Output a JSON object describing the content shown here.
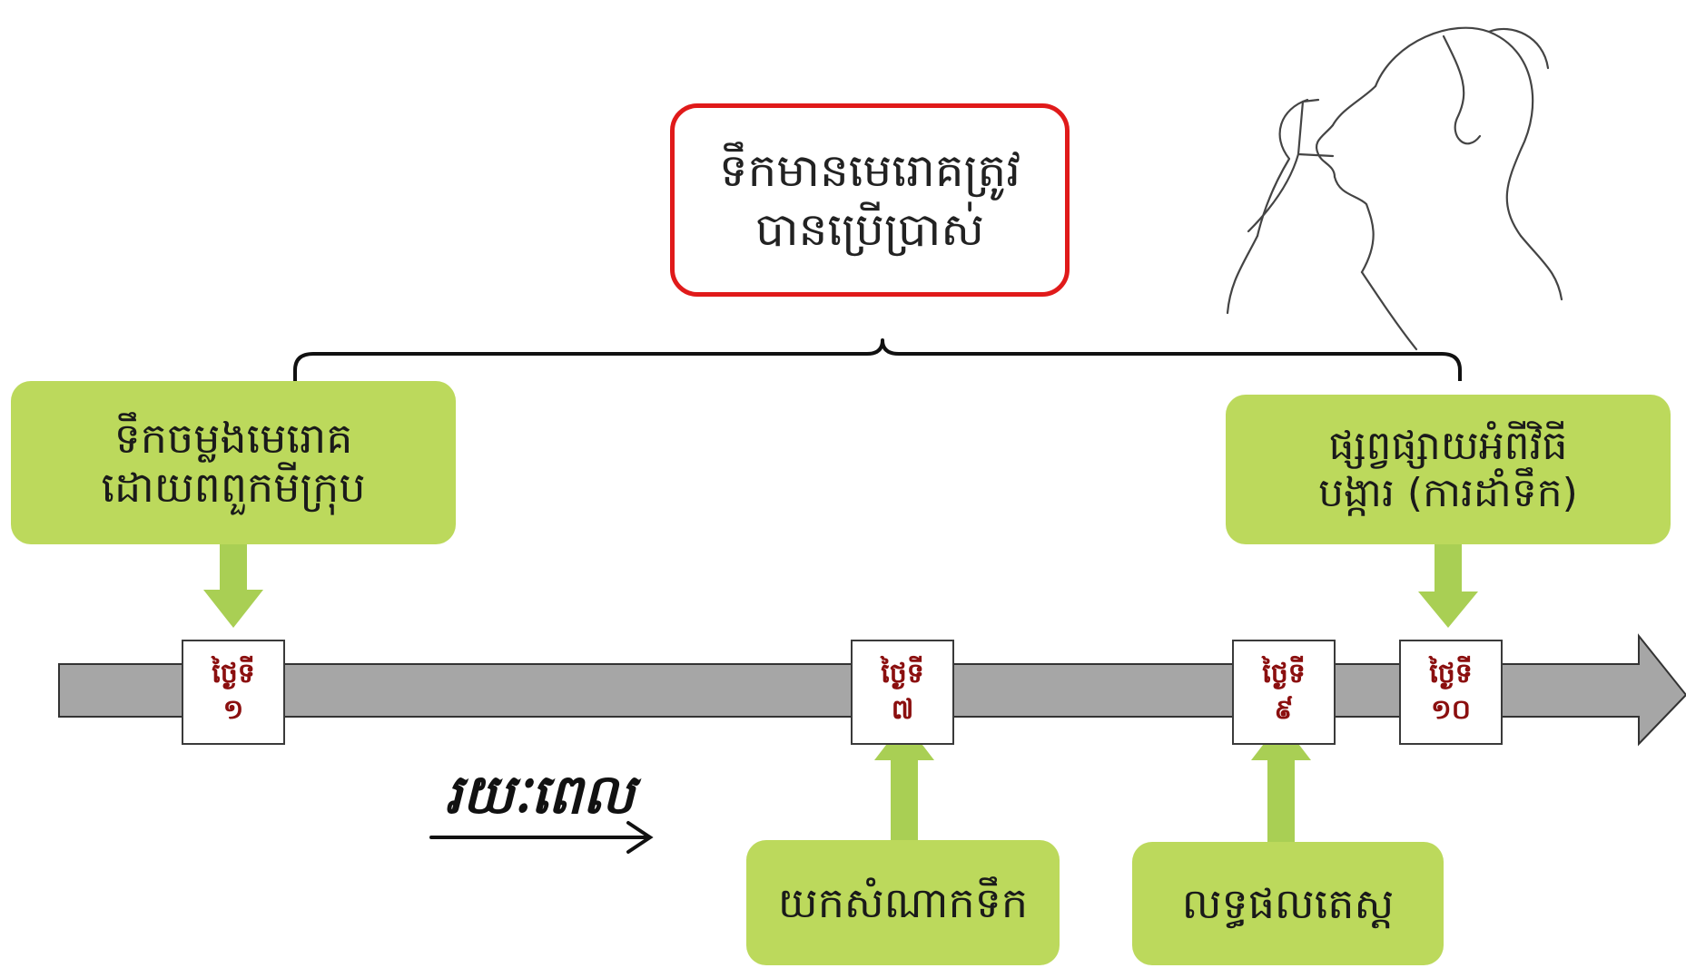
{
  "red_box": {
    "line1": "ទឹកមានមេរោគត្រូវ",
    "line2": "បានប្រើប្រាស់"
  },
  "boxes": {
    "contaminated": {
      "line1": "ទឹកចម្លងមេរោគ",
      "line2": "ដោយពពួកមីក្រុប"
    },
    "advice": {
      "line1": "ផ្សព្វផ្សាយអំពីវិធី",
      "line2": "បង្ការ (ការដាំទឹក)"
    },
    "sampling": {
      "line1": "យកសំណាកទឹក"
    },
    "results": {
      "line1": "លទ្ធផលតេស្ត"
    }
  },
  "days": [
    {
      "label": "ថ្ងៃទី",
      "number": "១"
    },
    {
      "label": "ថ្ងៃទី",
      "number": "៧"
    },
    {
      "label": "ថ្ងៃទី",
      "number": "៩"
    },
    {
      "label": "ថ្ងៃទី",
      "number": "១០"
    }
  ],
  "time_label": "រយៈពេល",
  "colors": {
    "timeline": "#a6a6a6",
    "box_green": "#bcd95c",
    "arrow_green": "#a9cf54",
    "red_border": "#e01a1a",
    "day_text": "#8b0f0f"
  }
}
